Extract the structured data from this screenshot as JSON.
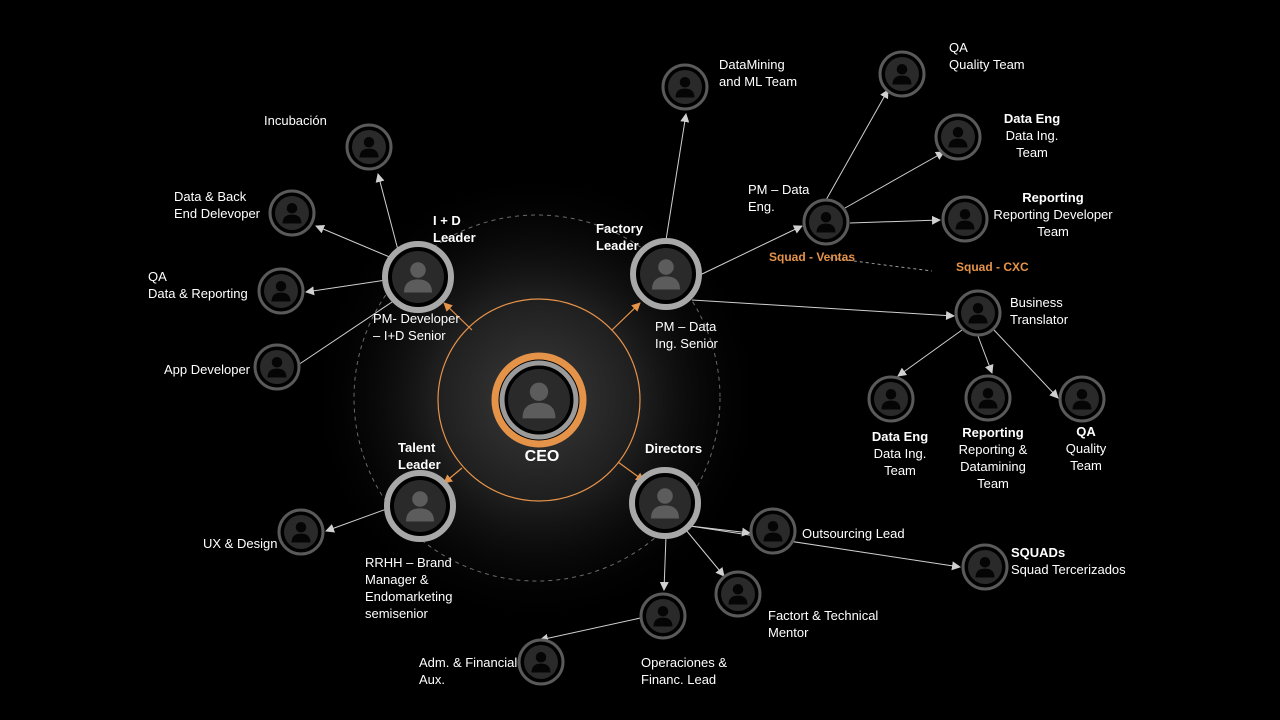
{
  "nodes": {
    "ceo": {
      "label": "CEO"
    },
    "id_leader": {
      "title": "I + D",
      "title2": "Leader",
      "role": "PM- Developer",
      "role2": "– I+D Senior"
    },
    "factory_leader": {
      "title": "Factory",
      "title2": "Leader",
      "role": "PM – Data",
      "role2": "Ing. Senior"
    },
    "talent_leader": {
      "title": "Talent",
      "title2": "Leader",
      "role": "RRHH – Brand",
      "role2": "Manager &",
      "role3": "Endomarketing",
      "role4": "semisenior"
    },
    "directors": {
      "title": "Directors"
    },
    "incubacion": {
      "label": "Incubación"
    },
    "data_back_end": {
      "label": "Data & Back",
      "label2": "End Delevoper"
    },
    "qa_data_reporting": {
      "label": "QA",
      "label2": "Data & Reporting"
    },
    "app_developer": {
      "label": "App Developer"
    },
    "ux_design": {
      "label": "UX & Design"
    },
    "datamining": {
      "label": "DataMining",
      "label2": "and ML Team"
    },
    "pm_data_eng": {
      "label": "PM – Data",
      "label2": "Eng."
    },
    "qa_quality_top": {
      "label": "QA",
      "label2": "Quality Team"
    },
    "data_eng_top": {
      "title": "Data Eng",
      "label": "Data Ing.",
      "label2": "Team"
    },
    "reporting_top": {
      "title": "Reporting",
      "label": "Reporting Developer",
      "label2": "Team"
    },
    "business_translator": {
      "label": "Business",
      "label2": "Translator"
    },
    "data_eng_bottom": {
      "title": "Data Eng",
      "label": "Data Ing.",
      "label2": "Team"
    },
    "reporting_bottom": {
      "title": "Reporting",
      "label": "Reporting &",
      "label2": "Datamining",
      "label3": "Team"
    },
    "qa_bottom": {
      "title": "QA",
      "label": "Quality",
      "label2": "Team"
    },
    "outsourcing": {
      "label": "Outsourcing Lead"
    },
    "squads": {
      "title": "SQUADs",
      "label": "Squad Tercerizados"
    },
    "factort_mentor": {
      "label": "Factort & Technical",
      "label2": "Mentor"
    },
    "operaciones": {
      "label": "Operaciones &",
      "label2": "Financ. Lead"
    },
    "adm_financial": {
      "label": "Adm. & Financial",
      "label2": "Aux."
    }
  },
  "squads": {
    "ventas": "Squad - Ventas",
    "cxc": "Squad - CXC"
  },
  "colors": {
    "accent": "#e6934a",
    "node_ring": "#5a5a5a",
    "node_fill": "#2a2a2a",
    "edge": "#d0d0d0",
    "background": "#000000"
  }
}
